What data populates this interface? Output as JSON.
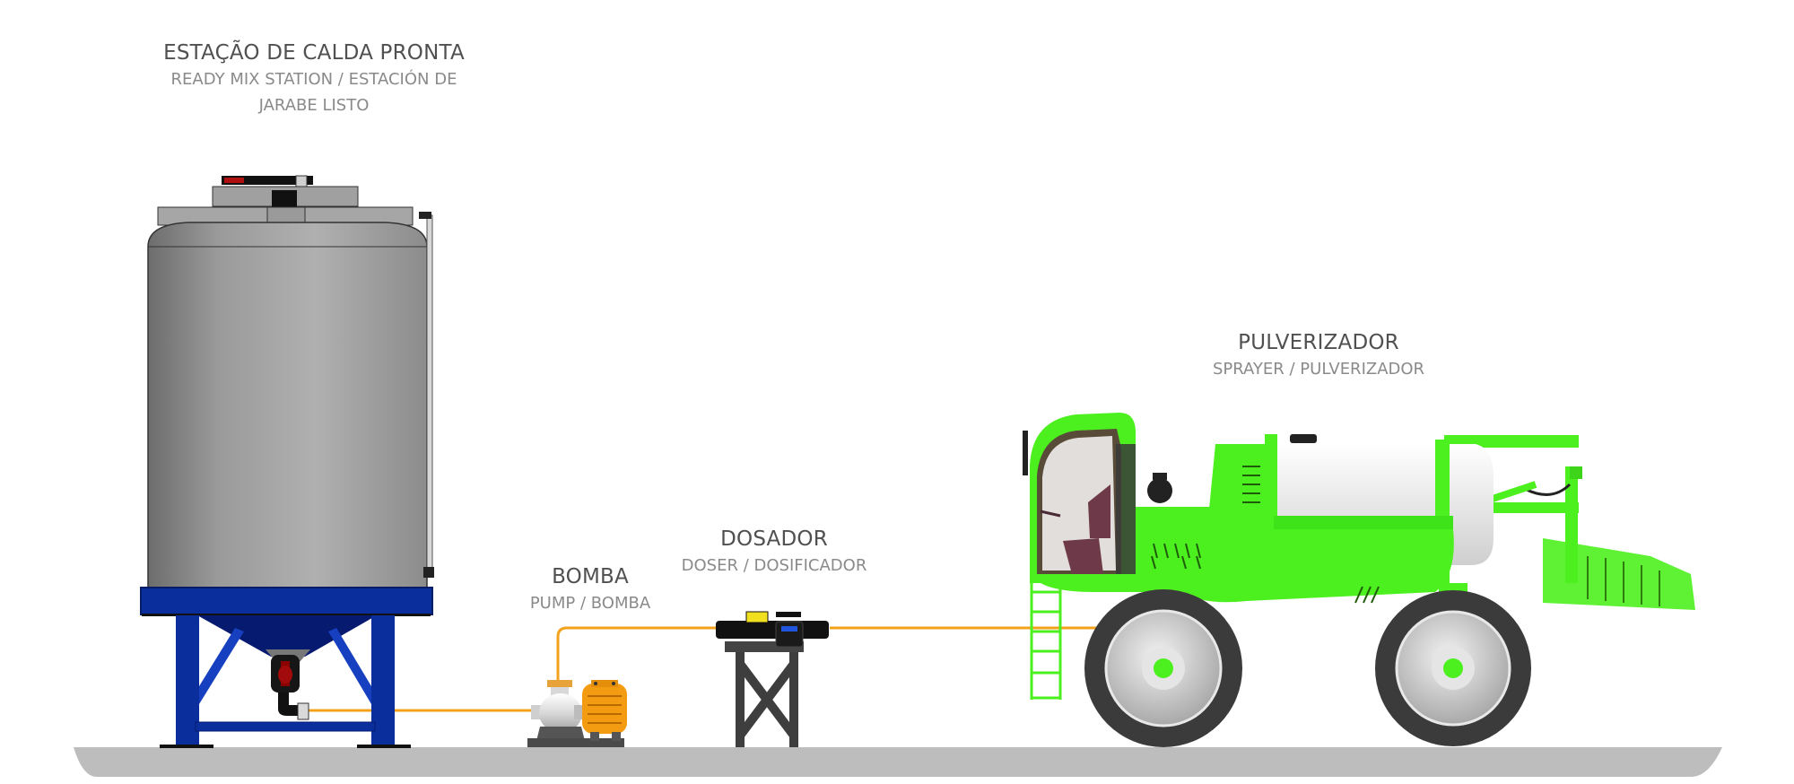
{
  "diagram": {
    "type": "process-flow",
    "flow_direction": "left-to-right",
    "colors": {
      "pipe": "#F3A21C",
      "ground": "#BDBDBD",
      "tank_body": "#A6A6A6",
      "tank_stand": "#0A2E9C",
      "pump_motor": "#F39C12",
      "doser_stand": "#3E3E3E",
      "sprayer_body": "#4CF01E",
      "title_text": "#505050",
      "subtitle_text": "#8A8A8A"
    },
    "stations": [
      {
        "id": "mix-station",
        "title": "ESTAÇÃO DE CALDA PRONTA",
        "subtitle_line1": "READY MIX STATION / ESTACIÓN DE",
        "subtitle_line2": "JARABE LISTO"
      },
      {
        "id": "pump",
        "title": "BOMBA",
        "subtitle_line1": "PUMP / BOMBA"
      },
      {
        "id": "doser",
        "title": "DOSADOR",
        "subtitle_line1": "DOSER / DOSIFICADOR"
      },
      {
        "id": "sprayer",
        "title": "PULVERIZADOR",
        "subtitle_line1": "SPRAYER / PULVERIZADOR"
      }
    ],
    "connections": [
      {
        "from": "mix-station",
        "to": "pump"
      },
      {
        "from": "pump",
        "to": "doser"
      },
      {
        "from": "doser",
        "to": "sprayer"
      }
    ]
  }
}
